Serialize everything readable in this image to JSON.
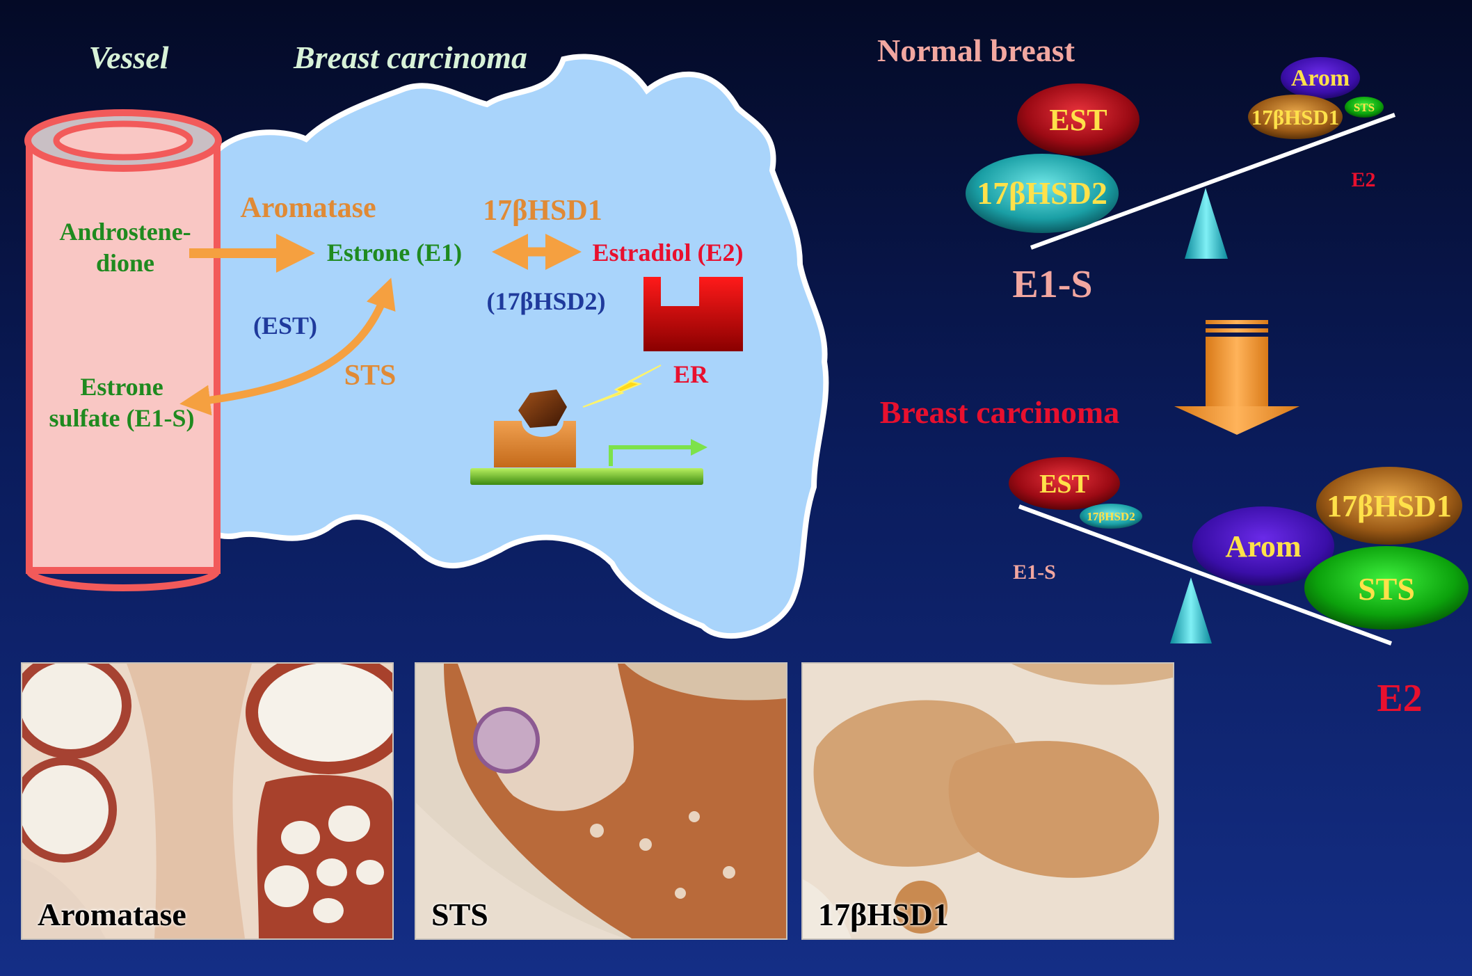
{
  "left_panel": {
    "vessel_label": "Vessel",
    "tissue_label": "Breast carcinoma",
    "androstenedione_line1": "Androstene-",
    "androstenedione_line2": "dione",
    "estrone_sulfate_line1": "Estrone",
    "estrone_sulfate_line2": "sulfate (E1-S)",
    "aromatase": "Aromatase",
    "estrone": "Estrone (E1)",
    "hsd1": "17βHSD1",
    "estradiol": "Estradiol (E2)",
    "hsd2": "(17βHSD2)",
    "est": "(EST)",
    "sts": "STS",
    "er": "ER"
  },
  "normal_breast": {
    "title": "Normal breast",
    "est": "EST",
    "hsd2": "17βHSD2",
    "arom": "Arom",
    "hsd1": "17βHSD1",
    "sts": "STS",
    "e2": "E2",
    "e1s": "E1-S"
  },
  "breast_carcinoma": {
    "title": "Breast carcinoma",
    "est": "EST",
    "hsd2": "17βHSD2",
    "e1s": "E1-S",
    "hsd1": "17βHSD1",
    "arom": "Arom",
    "sts": "STS",
    "e2": "E2"
  },
  "micrographs": [
    {
      "label": "Aromatase"
    },
    {
      "label": "STS"
    },
    {
      "label": "17βHSD1"
    }
  ],
  "colors": {
    "green_text": "#1f8a1f",
    "orange_text": "#e08a35",
    "red_text": "#e8102e",
    "blue_text": "#1f3a9c",
    "pink_text": "#f2a7a0",
    "tissue_fill": "#a9d4fb",
    "vessel_fill": "#f9c7c4",
    "vessel_stroke": "#f25a5a",
    "arrow_orange": "#f5a040"
  }
}
